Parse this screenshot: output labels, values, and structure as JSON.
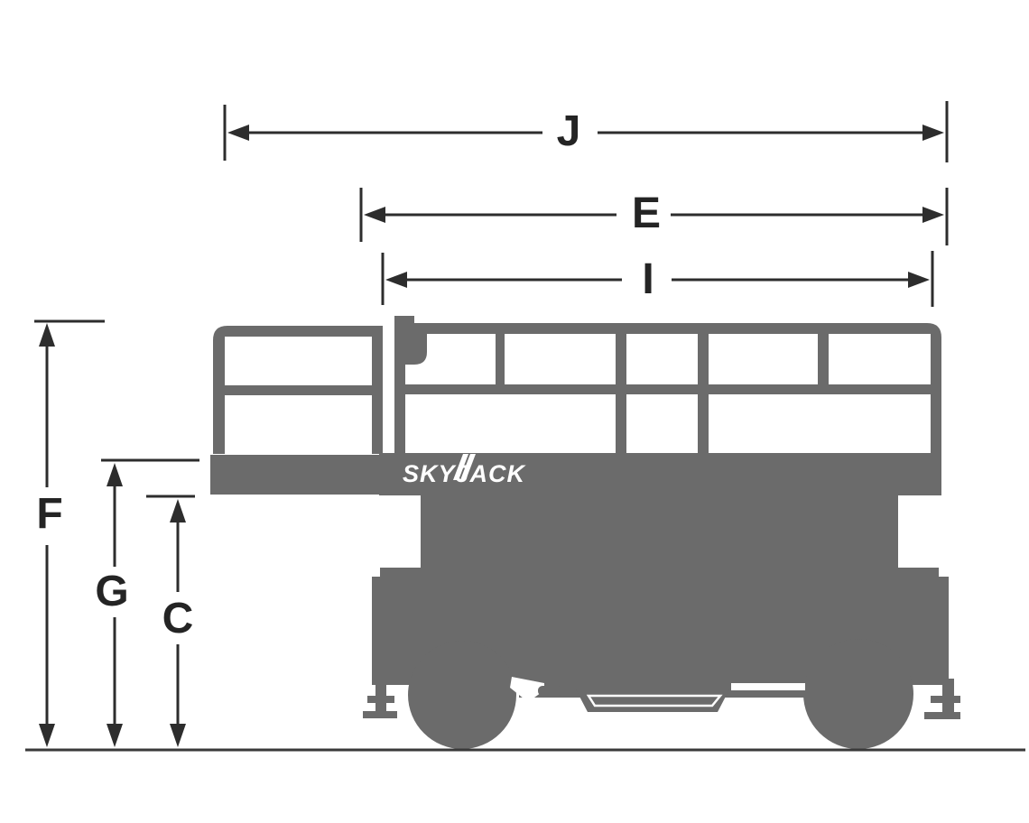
{
  "colors": {
    "machine": "#6b6b6b",
    "line": "#2d2d2d",
    "label": "#242424",
    "logo": "#ffffff",
    "ground": "#3a3a3a",
    "background": "#ffffff"
  },
  "machine": {
    "brand": "SKYJACK"
  },
  "dimensions": {
    "horizontal": [
      {
        "label": "J"
      },
      {
        "label": "E"
      },
      {
        "label": "I"
      }
    ],
    "vertical": [
      {
        "label": "F"
      },
      {
        "label": "G"
      },
      {
        "label": "C"
      }
    ]
  }
}
